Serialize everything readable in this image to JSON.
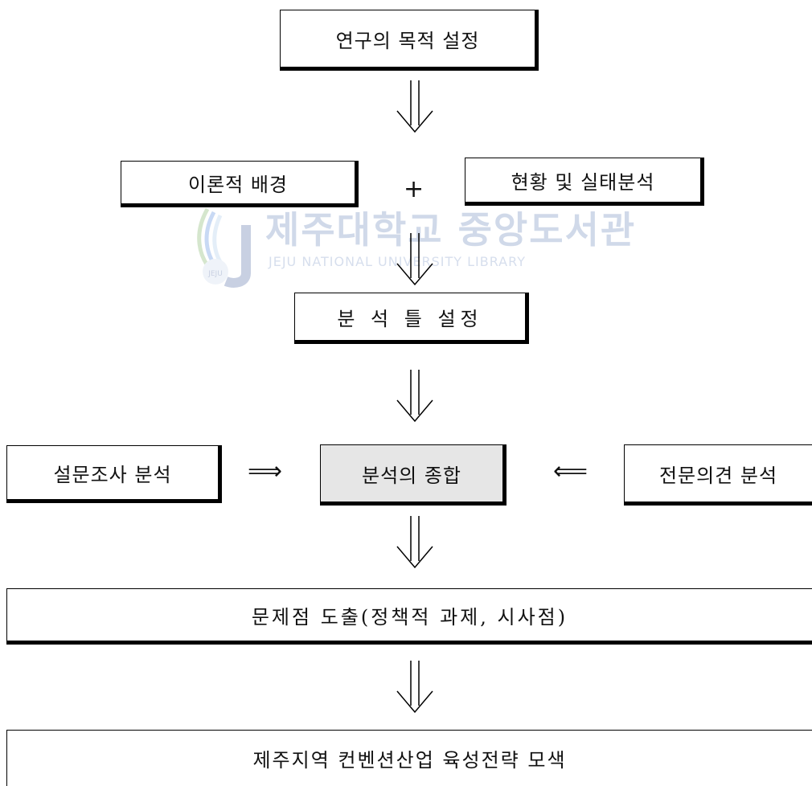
{
  "boxes": {
    "research_goal": "연구의 목적 설정",
    "theory": "이론적 배경",
    "status": "현황 및 실태분석",
    "framework": "분 석 틀 설정",
    "survey": "설문조사 분석",
    "synthesis": "분석의 종합",
    "expert": "전문의견 분석",
    "problems": "문제점 도출(정책적 과제, 시사점)",
    "strategy": "제주지역 컨벤션산업 육성전략 모색"
  },
  "symbols": {
    "plus": "+",
    "arrow_right": "⟹",
    "arrow_left": "⟸"
  },
  "watermark": {
    "title": "제주대학교 중앙도서관",
    "subtitle": "JEJU NATIONAL UNIVERSITY LIBRARY",
    "logo_text": "JEJU"
  },
  "colors": {
    "box_border": "#000000",
    "synthesis_fill": "#e6e6e6",
    "watermark": "#5b7bb3"
  }
}
